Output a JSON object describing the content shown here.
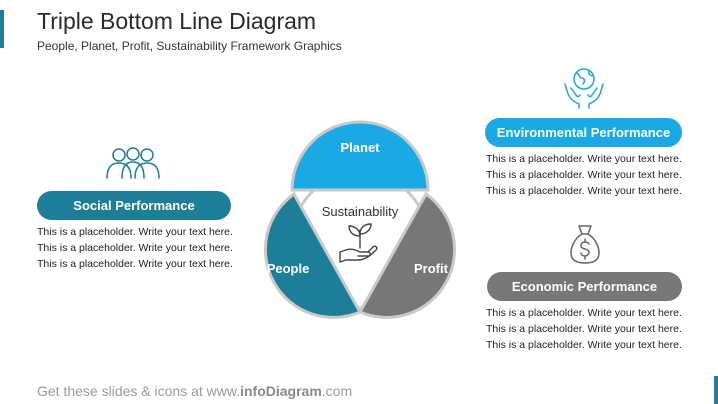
{
  "header": {
    "title": "Triple Bottom Line Diagram",
    "subtitle": "People, Planet, Profit, Sustainability  Framework Graphics"
  },
  "diagram": {
    "top_label": "Planet",
    "left_label": "People",
    "right_label": "Profit",
    "center_label": "Sustainability"
  },
  "cards": {
    "social": {
      "title": "Social Performance",
      "text": "This is a placeholder.  Write your text here. This is a placeholder.  Write your text here. This is a placeholder.  Write your text here."
    },
    "environmental": {
      "title": "Environmental Performance",
      "text": "This is a placeholder.  Write your text here. This is a placeholder.  Write your text here. This is a placeholder.  Write your text here."
    },
    "economic": {
      "title": "Economic Performance",
      "text": "This is a placeholder.  Write your text here. This is a placeholder.  Write your text here. This is a placeholder.  Write your text here."
    }
  },
  "footer": {
    "prefix": "Get these slides & icons at www.",
    "brand": "infoDiagram",
    "suffix": ".com"
  },
  "colors": {
    "planet": "#1aa9e4",
    "people": "#1d7e99",
    "profit": "#777777",
    "outline": "#c9c9c9"
  },
  "icons": {
    "social": "people-group-icon",
    "environmental": "globe-hands-icon",
    "economic": "money-bag-icon",
    "center": "plant-hand-icon"
  }
}
